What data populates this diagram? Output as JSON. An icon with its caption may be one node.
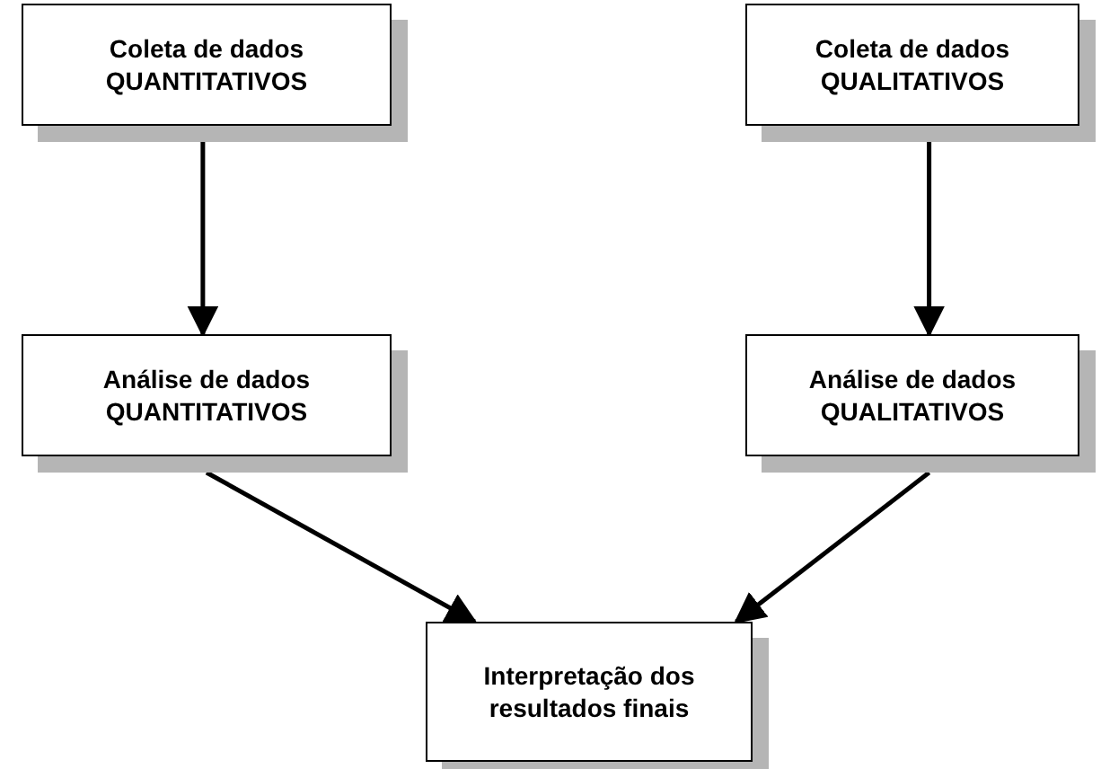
{
  "diagram": {
    "nodes": [
      {
        "text": [
          "Coleta de dados QUANTITATIVOS"
        ]
      },
      {
        "text": [
          "Coleta de dados QUALITATIVOS"
        ]
      },
      {
        "text": [
          "Análise de dados QUANTITATIVOS"
        ]
      },
      {
        "text": [
          "Análise de dados QUALITATIVOS"
        ]
      },
      {
        "text": [
          "Interpretação dos resultados finais"
        ]
      }
    ],
    "edges": [
      {
        "from": 0,
        "to": 2,
        "arrow": "to"
      },
      {
        "from": 1,
        "to": 3,
        "arrow": "to"
      },
      {
        "from": 2,
        "to": 4,
        "arrow": "to"
      },
      {
        "from": 3,
        "to": 4,
        "arrow": "to"
      }
    ]
  }
}
